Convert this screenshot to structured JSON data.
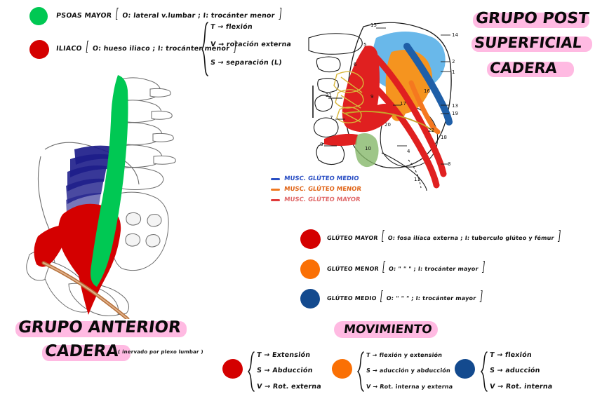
{
  "titles": {
    "anterior": {
      "line1": "GRUPO  ANTERIOR",
      "line2": "CADERA",
      "note": "( inervado por plexo lumbar )"
    },
    "posterior": {
      "line1": "GRUPO POST",
      "line2": "SUPERFICIAL",
      "line3": "CADERA"
    },
    "movement": "MOVIMIENTO"
  },
  "anterior_legend": [
    {
      "color": "#00c853",
      "name": "PSOAS MAYOR",
      "origin": "O: lateral v.lumbar",
      "insertion": "I: trocánter menor"
    },
    {
      "color": "#d40000",
      "name": "ILIACO",
      "origin": "O: hueso iliaco",
      "insertion": "I: trocánter menor"
    }
  ],
  "anterior_actions": [
    {
      "key": "T",
      "arrow": "→",
      "value": "flexión"
    },
    {
      "key": "V",
      "arrow": "→",
      "value": "rotación externa"
    },
    {
      "key": "S",
      "arrow": "→",
      "value": "separación (L)"
    }
  ],
  "diagram_legend": [
    {
      "color": "#2a4fc4",
      "label": "MUSC. GLÚTEO MEDIO"
    },
    {
      "color": "#f07820",
      "label": "MUSC. GLÚTEO MENOR"
    },
    {
      "color": "#e03a3a",
      "label": "MUSC. GLÚTEO MAYOR"
    }
  ],
  "posterior_legend": [
    {
      "color": "#d40000",
      "name": "GLÚTEO MAYOR",
      "origin": "O: fosa ilíaca externa",
      "insertion": "I: tuberculo glúteo y fémur"
    },
    {
      "color": "#fa7005",
      "name": "GLÚTEO MENOR",
      "origin": "O:    \"    \"     \"",
      "insertion": "I: trocánter mayor"
    },
    {
      "color": "#134a8e",
      "name": "GLÚTEO MEDIO",
      "origin": "O:    \"     \"    \"",
      "insertion": "I: trocánter mayor"
    }
  ],
  "movement_columns": [
    {
      "color": "#d40000",
      "rows": [
        {
          "key": "T",
          "arrow": "→",
          "value": "Extensión"
        },
        {
          "key": "S",
          "arrow": "→",
          "value": "Abducción"
        },
        {
          "key": "V",
          "arrow": "→",
          "value": "Rot. externa"
        }
      ]
    },
    {
      "color": "#fa7005",
      "rows": [
        {
          "key": "T",
          "arrow": "→",
          "value": "flexión y extensión"
        },
        {
          "key": "S",
          "arrow": "→",
          "value": "aducción y abducción"
        },
        {
          "key": "V",
          "arrow": "→",
          "value": "Rot. interna y externa"
        }
      ]
    },
    {
      "color": "#134a8e",
      "rows": [
        {
          "key": "T",
          "arrow": "→",
          "value": "flexión"
        },
        {
          "key": "S",
          "arrow": "→",
          "value": "aducción"
        },
        {
          "key": "V",
          "arrow": "→",
          "value": "Rot. interna"
        }
      ]
    }
  ],
  "posterior_diagram_numbers": [
    "15",
    "14",
    "5",
    "2",
    "1",
    "6",
    "16",
    "21",
    "9",
    "17",
    "13",
    "19",
    "7",
    "20",
    "22",
    "18",
    "8",
    "10",
    "4",
    "3",
    "11"
  ],
  "colors": {
    "highlight_pink": "#ffaedd",
    "green_psoas": "#00c853",
    "red_iliacus": "#d40000",
    "blue_ql": "#1d1d8a",
    "light_blue_medius": "#69b8ea",
    "orange_minimus": "#f5941f",
    "dark_blue_band": "#1f5fa8",
    "red_maximus": "#e02020",
    "ink": "#111111"
  }
}
